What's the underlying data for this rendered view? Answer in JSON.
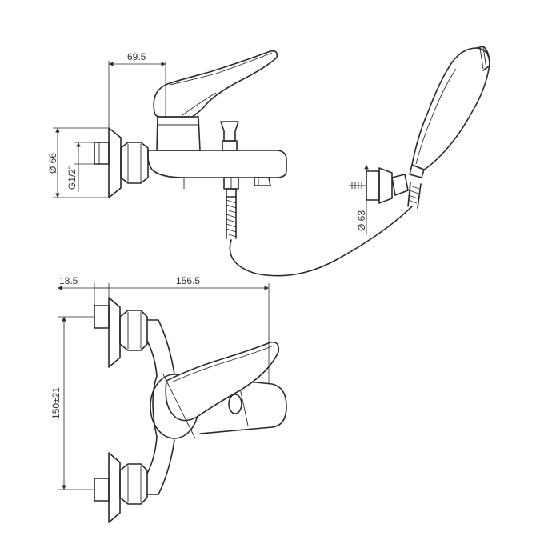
{
  "dimensions": {
    "top_width": "69.5",
    "flange_diameter": "Ø 66",
    "thread": "G1/2\"",
    "shower_holder_diameter": "Ø 63",
    "offset_left": "18.5",
    "overall_width": "156.5",
    "centers_distance": "150±21"
  },
  "colors": {
    "line": "#2a2a2a",
    "background": "#ffffff"
  }
}
